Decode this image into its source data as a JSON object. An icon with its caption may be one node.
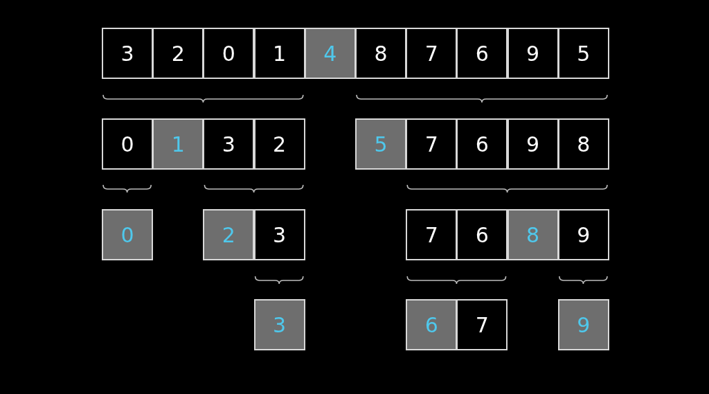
{
  "diagram": {
    "nodes": [
      {
        "text": [
          "3"
        ]
      },
      {
        "text": [
          "2"
        ]
      },
      {
        "text": [
          "0"
        ]
      },
      {
        "text": [
          "1"
        ]
      },
      {
        "text": [
          "4"
        ]
      },
      {
        "text": [
          "8"
        ]
      },
      {
        "text": [
          "7"
        ]
      },
      {
        "text": [
          "6"
        ]
      },
      {
        "text": [
          "9"
        ]
      },
      {
        "text": [
          "5"
        ]
      },
      {
        "text": [
          "0"
        ]
      },
      {
        "text": [
          "1"
        ]
      },
      {
        "text": [
          "3"
        ]
      },
      {
        "text": [
          "2"
        ]
      },
      {
        "text": [
          "5"
        ]
      },
      {
        "text": [
          "7"
        ]
      },
      {
        "text": [
          "6"
        ]
      },
      {
        "text": [
          "9"
        ]
      },
      {
        "text": [
          "8"
        ]
      },
      {
        "text": [
          "0"
        ]
      },
      {
        "text": [
          "2"
        ]
      },
      {
        "text": [
          "3"
        ]
      },
      {
        "text": [
          "7"
        ]
      },
      {
        "text": [
          "6"
        ]
      },
      {
        "text": [
          "8"
        ]
      },
      {
        "text": [
          "9"
        ]
      },
      {
        "text": [
          "3"
        ]
      },
      {
        "text": [
          "6"
        ]
      },
      {
        "text": [
          "7"
        ]
      },
      {
        "text": [
          "9"
        ]
      }
    ]
  }
}
